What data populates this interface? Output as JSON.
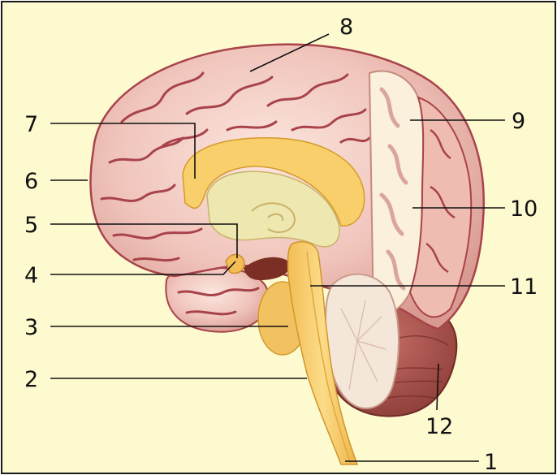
{
  "colors": {
    "background": "#fdfad0",
    "frame": "#1a1a1a",
    "cortex": "#f1c8c0",
    "sulcus": "#a8434a",
    "yellow_structure": "#f8cf6a",
    "cut_surface": "#faf0dc",
    "cerebellum": "#a64a42",
    "label": "#111111"
  },
  "labels": [
    {
      "id": "1",
      "text": "1"
    },
    {
      "id": "2",
      "text": "2"
    },
    {
      "id": "3",
      "text": "3"
    },
    {
      "id": "4",
      "text": "4"
    },
    {
      "id": "5",
      "text": "5"
    },
    {
      "id": "6",
      "text": "6"
    },
    {
      "id": "7",
      "text": "7"
    },
    {
      "id": "8",
      "text": "8"
    },
    {
      "id": "9",
      "text": "9"
    },
    {
      "id": "10",
      "text": "10"
    },
    {
      "id": "11",
      "text": "11"
    },
    {
      "id": "12",
      "text": "12"
    }
  ]
}
